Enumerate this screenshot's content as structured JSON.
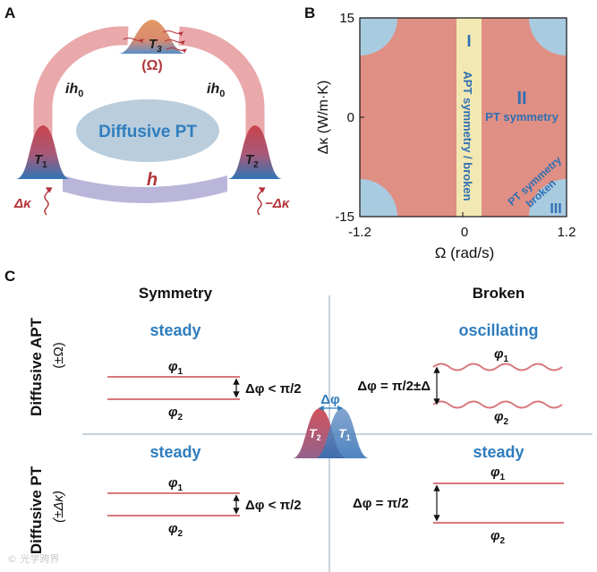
{
  "panel_a": {
    "label": "A",
    "t3": "T",
    "t3_sub": "3",
    "omega": "(Ω)",
    "ih0_left": "ih",
    "ih0_left_sub": "0",
    "ih0_right": "ih",
    "ih0_right_sub": "0",
    "center": "Diffusive PT",
    "t1": "T",
    "t1_sub": "1",
    "t2": "T",
    "t2_sub": "2",
    "h": "h",
    "dk_left": "Δκ",
    "dk_right": "−Δκ",
    "colors": {
      "ring": "#e9a9ab",
      "bottom_bar": "#b9b6da",
      "ellipse": "#b9cddd",
      "accent": "#b2353a",
      "text_blue": "#2f7dbe"
    }
  },
  "panel_b": {
    "label": "B",
    "ylabel": "Δκ (W/m·K)",
    "xlabel": "Ω (rad/s)",
    "yticks": [
      "15",
      "0",
      "-15"
    ],
    "xticks": [
      "-1.2",
      "0",
      "1.2"
    ],
    "region_i": "I",
    "region_i_text": "APT symmetry / broken",
    "region_ii": "II",
    "region_ii_text": "PT symmetry",
    "region_iii": "III",
    "region_iii_text1": "PT symmetry",
    "region_iii_text2": "broken",
    "colors": {
      "pt_symmetry": "#e08f84",
      "apt_band": "#f2e8b2",
      "broken": "#a9cbe0",
      "label": "#2f6fb3"
    }
  },
  "panel_c": {
    "label": "C",
    "col_symmetry": "Symmetry",
    "col_broken": "Broken",
    "row_apt": "Diffusive APT",
    "row_apt_sub": "(±Ω)",
    "row_pt": "Diffusive PT",
    "row_pt_sub": "(±Δκ)",
    "q1_state": "steady",
    "q2_state": "oscillating",
    "q3_state": "steady",
    "q4_state": "steady",
    "phi": "φ",
    "phi1_sub": "1",
    "phi2_sub": "2",
    "q1_dphi": "Δφ < π/2",
    "q2_dphi": "Δφ = π/2±Δ",
    "q3_dphi": "Δφ < π/2",
    "q4_dphi": "Δφ = π/2",
    "center_dphi": "Δφ",
    "center_t2": "T",
    "center_t2_sub": "2",
    "center_t1": "T",
    "center_t1_sub": "1",
    "colors": {
      "line": "#d9777d",
      "axis": "#b5c3cf",
      "state": "#2f7dbe"
    }
  },
  "watermark": "© 光学跨界"
}
